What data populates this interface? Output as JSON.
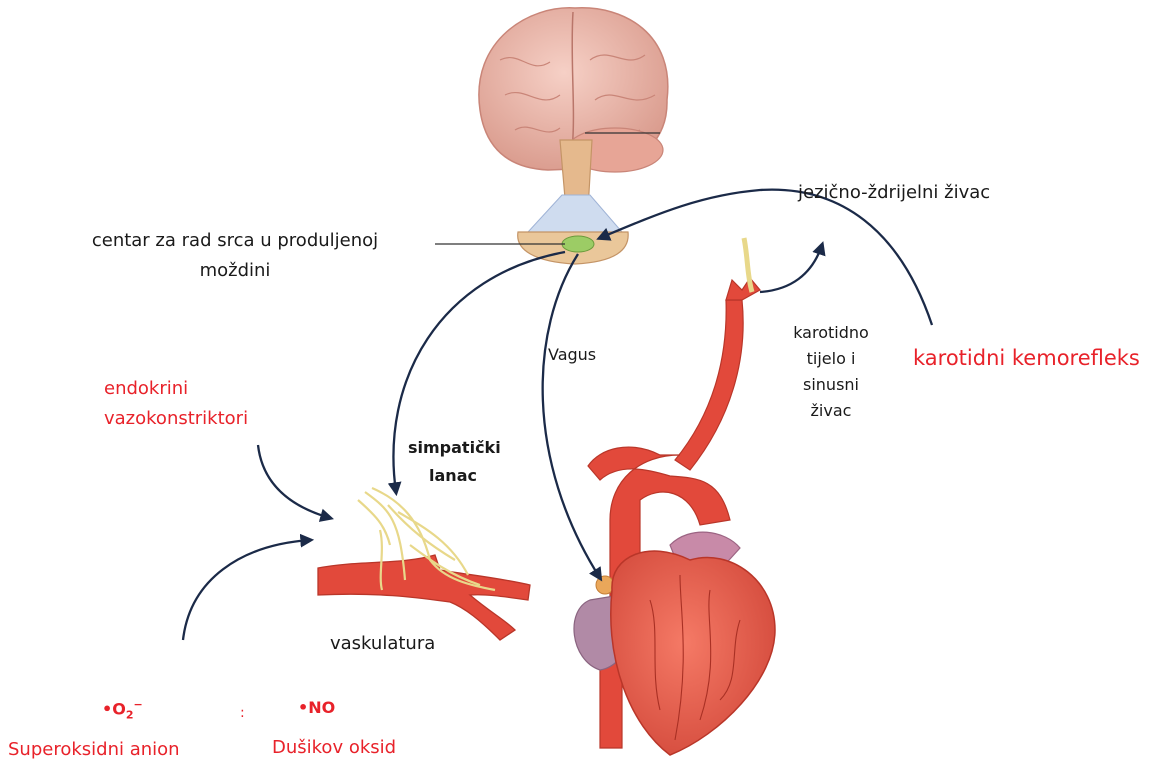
{
  "labels": {
    "medulla_center": [
      "centar za rad srca u produljenoj",
      "moždini"
    ],
    "glossopharyngeal": "jezično-ždrijelni živac",
    "vagus": "Vagus",
    "carotid_body": [
      "karotidno",
      "tijelo i",
      "sinusni",
      "živac"
    ],
    "carotid_chemoreflex": "karotidni kemorefleks",
    "endocrine": [
      "endokrini",
      "vazokonstriktori"
    ],
    "sympathetic_chain": [
      "simpatički",
      "lanac"
    ],
    "vasculature": "vaskulatura",
    "superoxide_symbol": "•O",
    "superoxide_sub": "2",
    "superoxide_sup": "−",
    "nitric_oxide_symbol": "•NO",
    "superoxide_name": "Superoksidni anion",
    "nitric_oxide_name": "Dušikov oksid",
    "separator": ":"
  },
  "colors": {
    "label_text": "#1a1a1a",
    "highlight_red": "#e8222a",
    "arrow_navy": "#1b2a48",
    "vessel_red": "#e2493b",
    "nerve_yellow": "#e8d88a",
    "brain_pink": "#eeb6aa",
    "medulla_green": "#9ccc65"
  }
}
